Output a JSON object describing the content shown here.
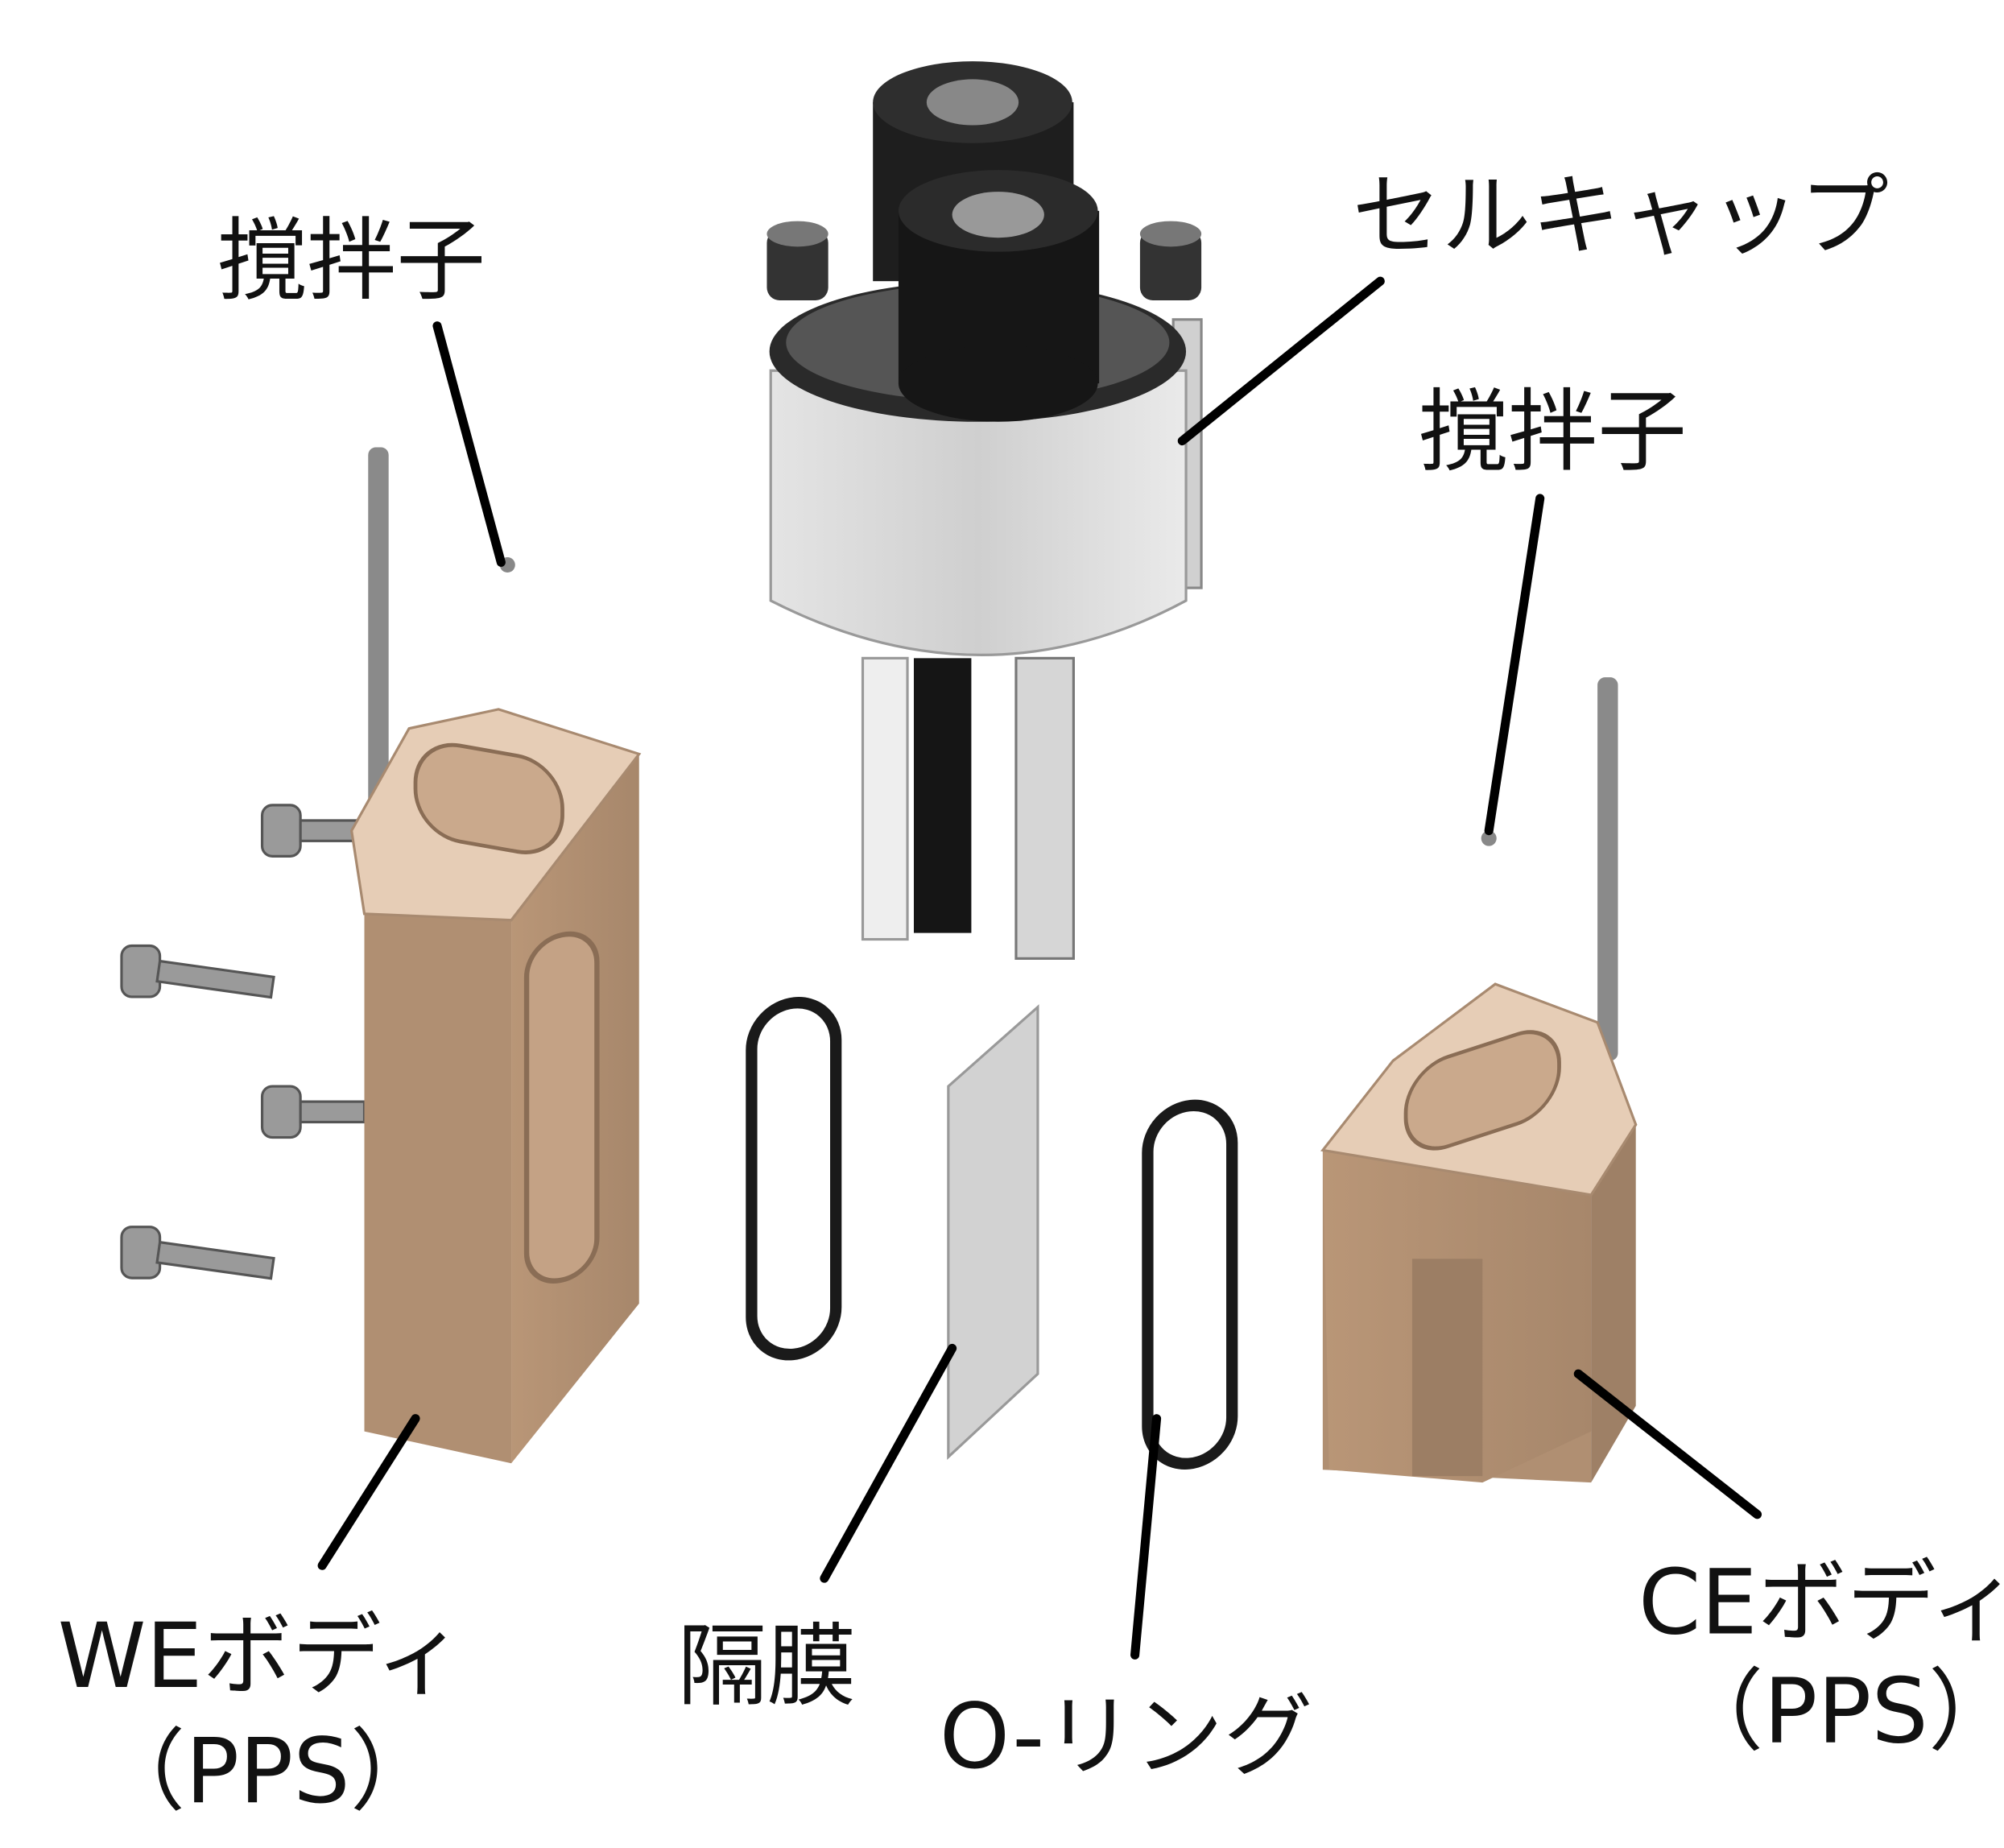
{
  "labels": {
    "stirrer_left": "撹拌子",
    "cell_cap": "セルキャップ",
    "stirrer_right": "撹拌子",
    "we_body": "WEボディ",
    "we_body_material": "（PPS）",
    "membrane": "隔膜",
    "o_ring": "O-リング",
    "ce_body": "CEボディ",
    "ce_body_material": "（PPS）"
  },
  "colors": {
    "pps_body": "#c9a98c",
    "pps_shadow": "#a88a70",
    "cap_body": "#d8d8d8",
    "knob": "#1e1e1e",
    "leader": "#000000"
  }
}
